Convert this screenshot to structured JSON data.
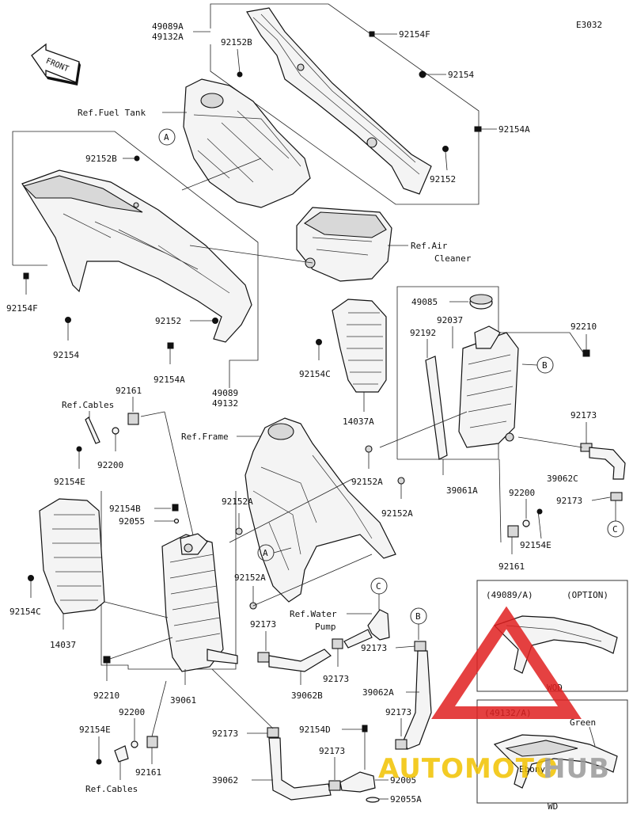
{
  "diagram_code": "E3032",
  "front_label": "FRONT",
  "watermark": {
    "auto": "AUTOMOTO",
    "hub": "HUB",
    "auto_color": "#f2c200",
    "hub_color": "#9a9a9a",
    "triangle_color": "#e02020"
  },
  "refs": {
    "fuel_tank": "Ref.Fuel Tank",
    "air_cleaner_1": "Ref.Air",
    "air_cleaner_2": "Cleaner",
    "frame": "Ref.Frame",
    "cables_top": "Ref.Cables",
    "cables_bottom": "Ref.Cables",
    "water_pump_1": "Ref.Water",
    "water_pump_2": "Pump"
  },
  "option_box": {
    "title_left": "(49089/A)",
    "title_right": "(OPTION)",
    "variant": "WOD"
  },
  "color_box": {
    "title": "(49132/A)",
    "color_1": "Green",
    "color_2": "Ebony",
    "variant": "WD"
  },
  "callouts": {
    "a": "A",
    "b": "B",
    "c": "C"
  },
  "parts": {
    "p49089A": "49089A",
    "p49132A": "49132A",
    "p92152B_top": "92152B",
    "p92154F_top": "92154F",
    "p92154_top": "92154",
    "p92154A_top": "92154A",
    "p92152_top": "92152",
    "p92152B_left": "92152B",
    "p92154F_left": "92154F",
    "p92154_left": "92154",
    "p92152_mid": "92152",
    "p92154A_mid": "92154A",
    "p49089": "49089",
    "p49132": "49132",
    "p92154C_r": "92154C",
    "p14037A": "14037A",
    "p49085": "49085",
    "p92037": "92037",
    "p92192": "92192",
    "p92210_r": "92210",
    "p92173_r1": "92173",
    "p39062C": "39062C",
    "p92173_r2": "92173",
    "p92152A_r1": "92152A",
    "p92152A_r2": "92152A",
    "p39061A": "39061A",
    "p92200_r": "92200",
    "p92154E_r": "92154E",
    "p92161_r": "92161",
    "p92161_l": "92161",
    "p92200_l": "92200",
    "p92154E_l": "92154E",
    "p92154B": "92154B",
    "p92055": "92055",
    "p92152A_l1": "92152A",
    "p92152A_l2": "92152A",
    "p92154C_l": "92154C",
    "p14037": "14037",
    "p92210_l": "92210",
    "p39061": "39061",
    "p92173_m1": "92173",
    "p39062B": "39062B",
    "p92173_m2": "92173",
    "p92173_m3": "92173",
    "p39062A": "39062A",
    "p92173_m4": "92173",
    "p92200_b": "92200",
    "p92154E_b": "92154E",
    "p92161_b": "92161",
    "p92173_b1": "92173",
    "p39062": "39062",
    "p92154D": "92154D",
    "p92173_b2": "92173",
    "p92005": "92005",
    "p92055A": "92055A"
  }
}
